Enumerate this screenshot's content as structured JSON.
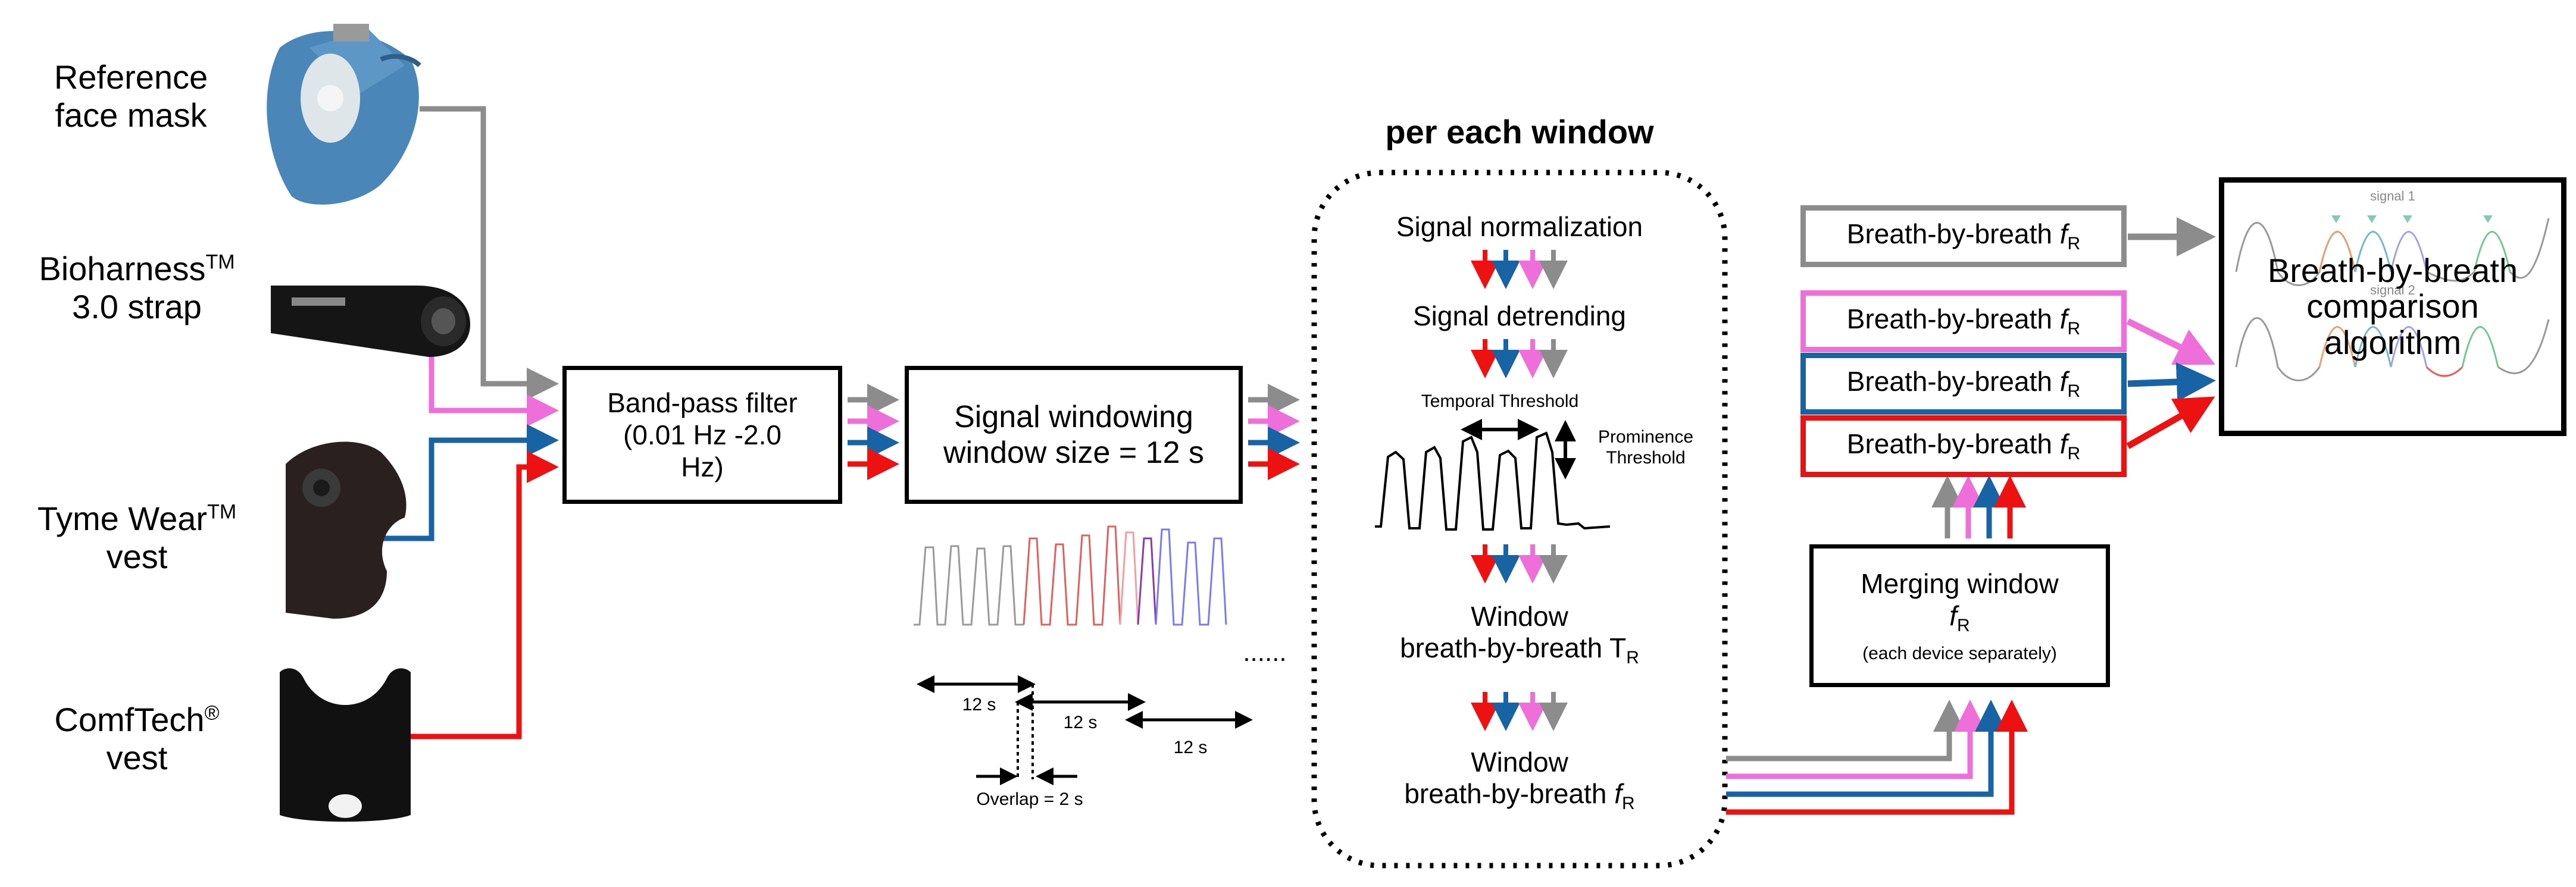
{
  "devices": {
    "mask": [
      "Reference",
      "face mask"
    ],
    "bioharness": {
      "name": "Bioharness",
      "sup": "TM",
      "line2": "3.0 strap"
    },
    "tyme": {
      "name": "Tyme Wear",
      "sup": "TM",
      "line2": "vest"
    },
    "comftech": {
      "name": "ComfTech",
      "sup": "®",
      "line2": "vest"
    }
  },
  "filter": {
    "line1": "Band-pass filter",
    "line2": "(0.01 Hz -2.0",
    "line3": "Hz)"
  },
  "windowing": {
    "line1": "Signal windowing",
    "line2": "window size = 12 s"
  },
  "window_annot": {
    "w1": "12 s",
    "w2": "12 s",
    "w3": "12 s",
    "overlap": "Overlap = 2 s",
    "dots": "......"
  },
  "per_window": {
    "title": "per each window",
    "step1": "Signal normalization",
    "step2": "Signal detrending",
    "temporal": "Temporal Threshold",
    "prominence1": "Prominence",
    "prominence2": "Threshold",
    "step3_line1": "Window",
    "step3_line2": "breath-by-breath T",
    "step3_sub": "R",
    "step4_line1": "Window",
    "step4_line2": "breath-by-breath ",
    "step4_f": "f",
    "step4_sub": "R"
  },
  "merge": {
    "line1": "Merging window",
    "f": "f",
    "sub": "R",
    "note": "(each device separately)"
  },
  "bbb": {
    "label": "Breath-by-breath ",
    "f": "f",
    "sub": "R"
  },
  "comparison": {
    "line1": "Breath-by-breath",
    "line2": "comparison",
    "line3": "algorithm",
    "sig1": "signal 1",
    "sig2": "signal 2"
  },
  "colors": {
    "gray": "#8c8c8c",
    "pink": "#ee6fd9",
    "blue": "#1763a4",
    "red": "#ee1111"
  }
}
